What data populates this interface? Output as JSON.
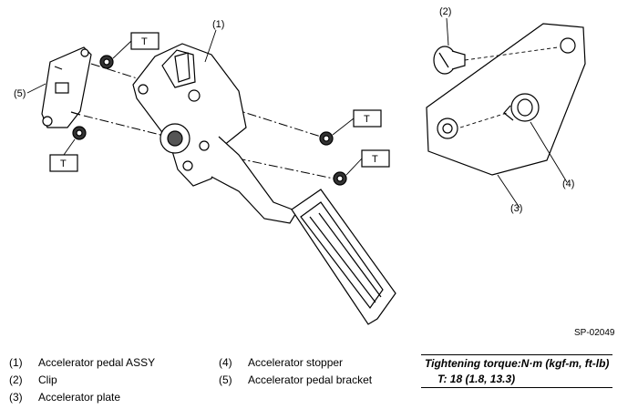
{
  "diagram": {
    "callouts": {
      "c1": "(1)",
      "c2": "(2)",
      "c3": "(3)",
      "c4": "(4)",
      "c5": "(5)"
    },
    "torque_mark": "T",
    "code": "SP-02049"
  },
  "legend": {
    "left": [
      {
        "num": "(1)",
        "label": "Accelerator pedal ASSY"
      },
      {
        "num": "(2)",
        "label": "Clip"
      },
      {
        "num": "(3)",
        "label": "Accelerator plate"
      }
    ],
    "middle": [
      {
        "num": "(4)",
        "label": "Accelerator stopper"
      },
      {
        "num": "(5)",
        "label": "Accelerator pedal bracket"
      }
    ]
  },
  "torque": {
    "title": "Tightening torque:N·m (kgf-m, ft-lb)",
    "value": "T:   18 (1.8, 13.3)"
  }
}
